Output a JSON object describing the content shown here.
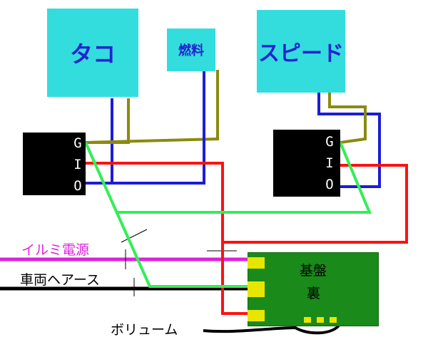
{
  "gauges": {
    "tacho": "タコ",
    "fuel": "燃料",
    "speed": "スピード"
  },
  "relays": {
    "left": [
      "G",
      "I",
      "O"
    ],
    "right": [
      "G",
      "I",
      "O"
    ]
  },
  "board": {
    "line1": "基盤",
    "line2": "裏"
  },
  "labels": {
    "illumination": "イルミ電源",
    "body_ground": "車両ヘアース",
    "volume": "ボリューム"
  },
  "colors": {
    "gauge_fill": "#33dddd",
    "gauge_text": "#2323d0",
    "relay_fill": "#000000",
    "board_fill": "#1a8a1a",
    "pad_fill": "#e6e600",
    "wire_blue": "#1c1cd8",
    "wire_olive": "#8a8a10",
    "wire_red": "#ff1111",
    "wire_green": "#33ee55",
    "wire_illumination": "#dd22dd",
    "wire_ground": "#000000"
  }
}
